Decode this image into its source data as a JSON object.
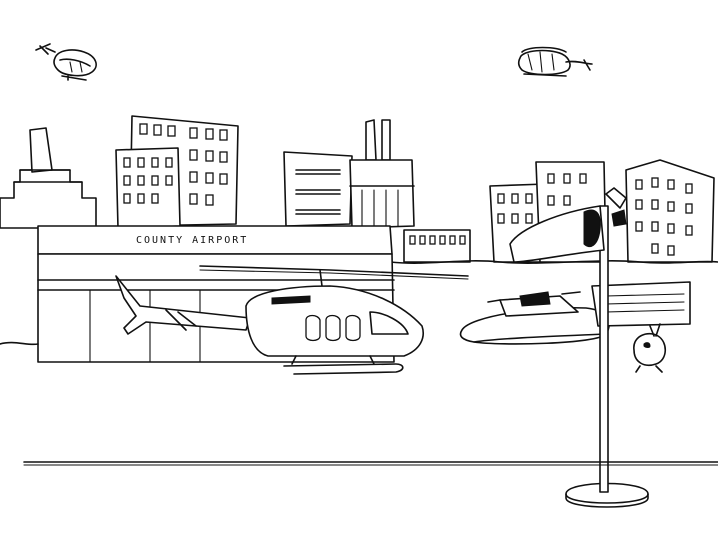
{
  "scene": {
    "sign": {
      "text": "COUNTY AIRPORT"
    },
    "colors": {
      "ink": "#111111",
      "paper": "#ffffff"
    },
    "elements": [
      "terminal-building",
      "helicopter",
      "hovercraft",
      "windsock-pole",
      "sky-helicopter-left",
      "sky-helicopter-right",
      "city-skyline",
      "runway-line",
      "small-bird-character"
    ]
  }
}
